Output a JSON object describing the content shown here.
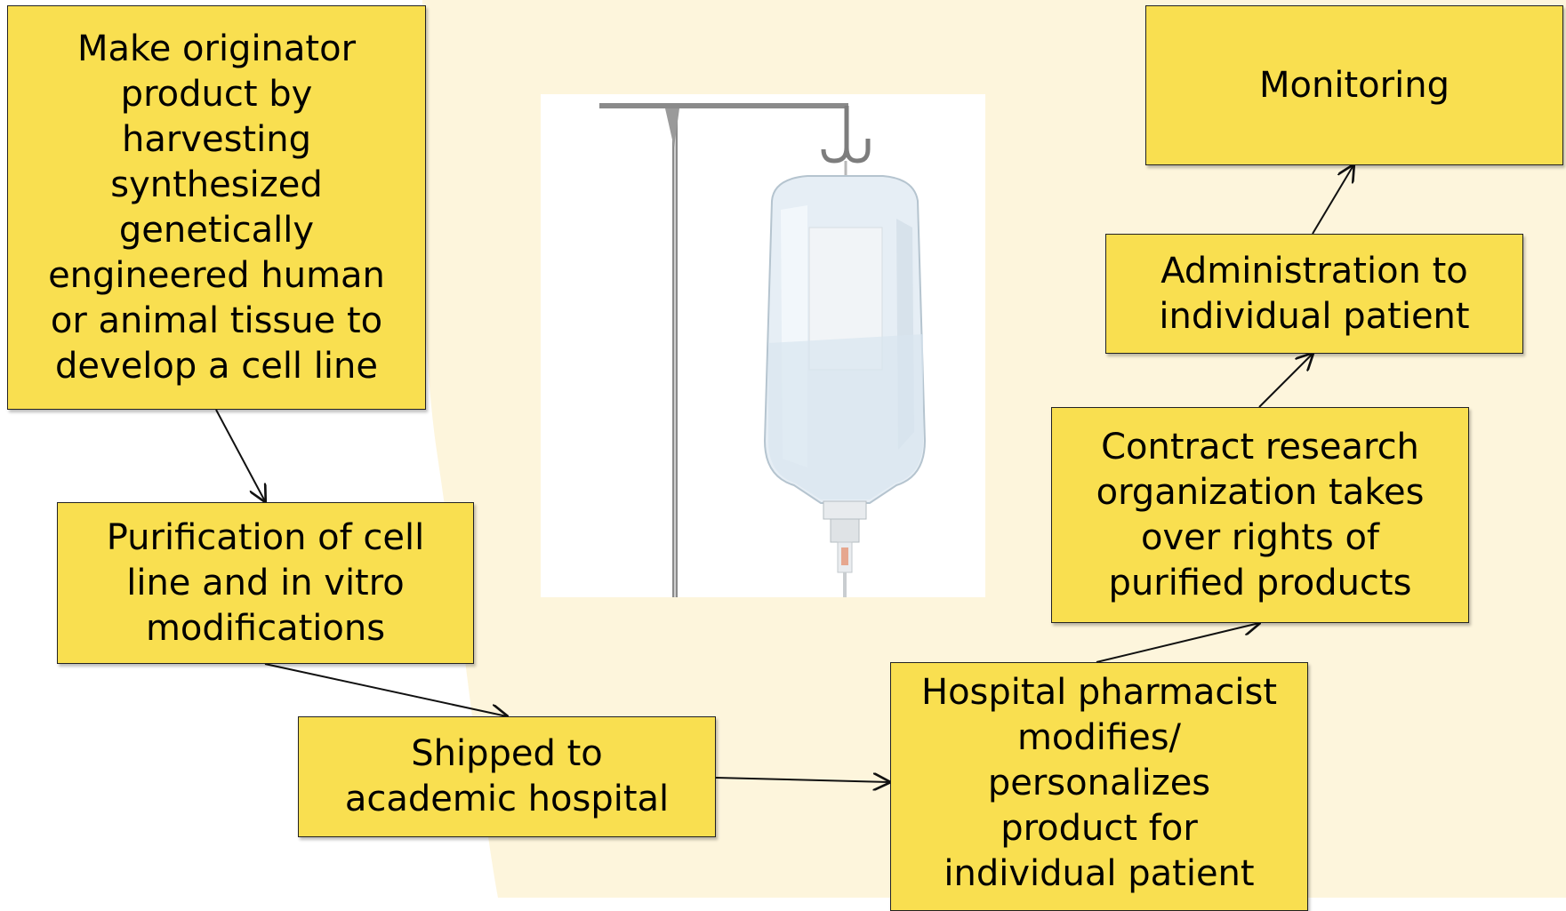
{
  "diagram": {
    "colors": {
      "box_fill": "#f9df50",
      "box_border": "#222222",
      "background_cream": "#fdf5dc",
      "arrow": "#111111"
    },
    "boxes": {
      "originator": "Make originator\nproduct by\nharvesting\nsynthesized\ngenetically\nengineered human\nor animal tissue to\ndevelop a cell line",
      "purification": "Purification of cell\nline and in vitro\nmodifications",
      "shipped": "Shipped to\nacademic hospital",
      "pharmacist": "Hospital pharmacist\nmodifies/\npersonalizes\nproduct for\nindividual patient",
      "cro": "Contract research\norganization takes\nover rights of\npurified products",
      "administration": "Administration to\nindividual patient",
      "monitoring": "Monitoring"
    },
    "image": {
      "icon": "iv-drip-bag-photo"
    }
  }
}
